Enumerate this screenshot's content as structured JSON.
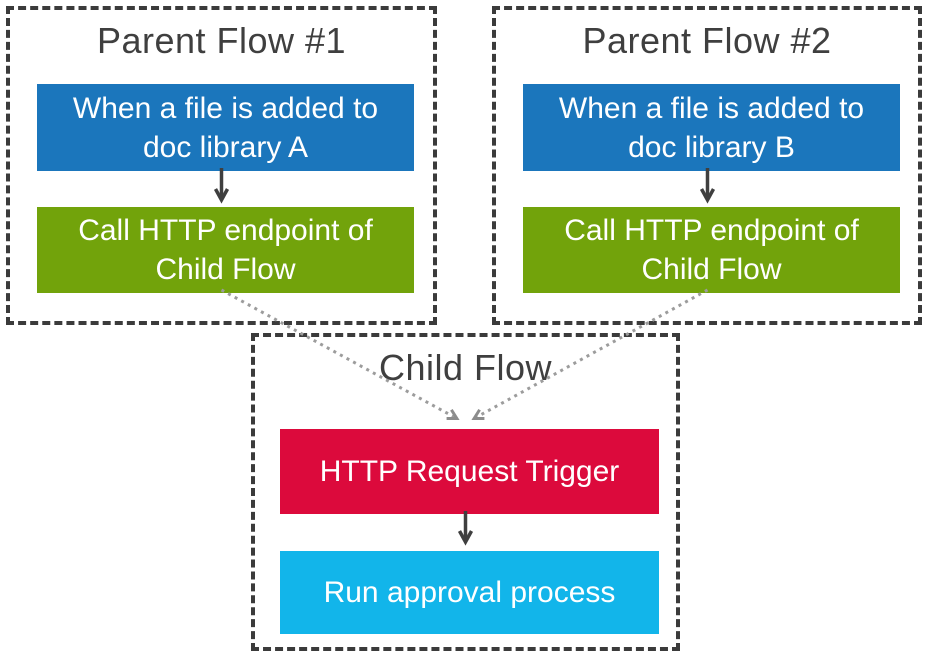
{
  "diagram": {
    "groups": [
      {
        "title": "Parent Flow #1",
        "nodes": [
          {
            "id": "trigger-doc-library-a",
            "label": "When a file is added to doc library A",
            "color": "#1b76bc"
          },
          {
            "id": "call-http-endpoint-1",
            "label": "Call HTTP endpoint of Child Flow",
            "color": "#72a30b"
          }
        ]
      },
      {
        "title": "Parent Flow #2",
        "nodes": [
          {
            "id": "trigger-doc-library-b",
            "label": "When a file is added to doc library B",
            "color": "#1b76bc"
          },
          {
            "id": "call-http-endpoint-2",
            "label": "Call HTTP endpoint of Child Flow",
            "color": "#72a30b"
          }
        ]
      },
      {
        "title": "Child Flow",
        "nodes": [
          {
            "id": "http-request-trigger",
            "label": "HTTP Request Trigger",
            "color": "#dc0a3c"
          },
          {
            "id": "run-approval-process",
            "label": "Run approval process",
            "color": "#12b5ea"
          }
        ]
      }
    ],
    "connections": [
      {
        "from": "trigger-doc-library-a",
        "to": "call-http-endpoint-1",
        "style": "solid-arrow"
      },
      {
        "from": "trigger-doc-library-b",
        "to": "call-http-endpoint-2",
        "style": "solid-arrow"
      },
      {
        "from": "call-http-endpoint-1",
        "to": "http-request-trigger",
        "style": "dotted-arrow"
      },
      {
        "from": "call-http-endpoint-2",
        "to": "http-request-trigger",
        "style": "dotted-arrow"
      },
      {
        "from": "http-request-trigger",
        "to": "run-approval-process",
        "style": "solid-arrow"
      }
    ],
    "palette": {
      "trigger_blue": "#1b76bc",
      "action_green": "#72a30b",
      "trigger_red": "#dc0a3c",
      "action_cyan": "#12b5ea",
      "group_border": "#3b3b3b",
      "title_text": "#3f3f3f",
      "node_text": "#ffffff",
      "solid_arrow": "#3f3f3f",
      "dotted_arrow": "#9c9c9c",
      "dotted_arrowhead": "#8c8c8c"
    }
  }
}
